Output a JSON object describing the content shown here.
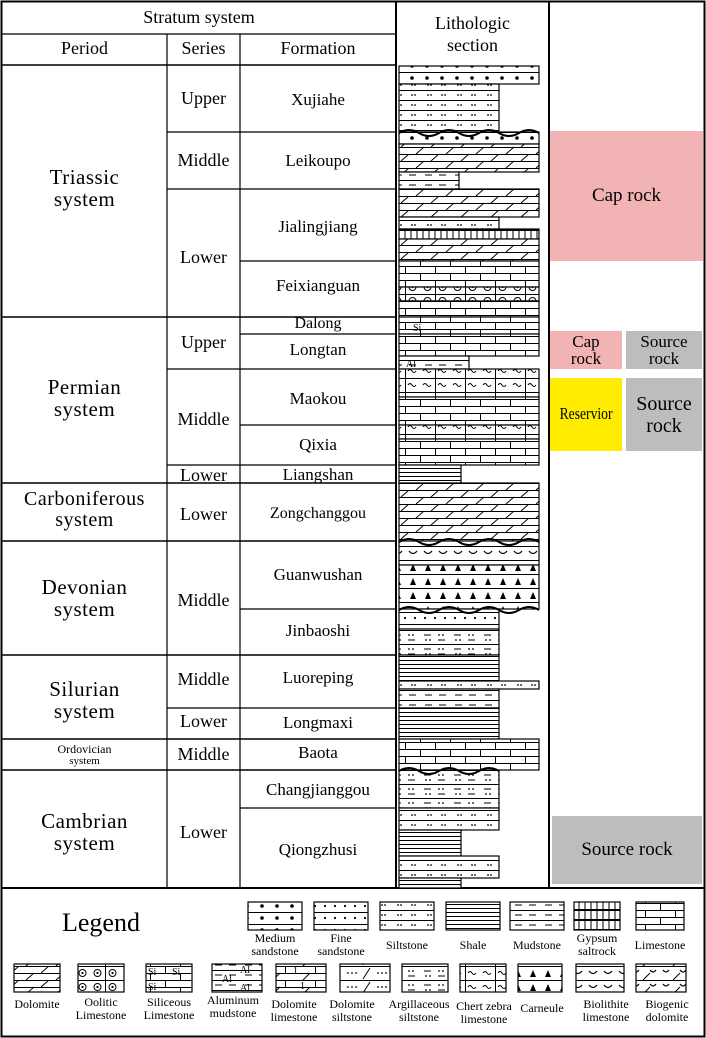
{
  "header": {
    "stratum_system": "Stratum system",
    "period": "Period",
    "series": "Series",
    "formation": "Formation",
    "lithologic_section": "Lithologic section",
    "lithologic_line1": "Lithologic",
    "lithologic_line2": "section"
  },
  "periods": [
    {
      "line1": "Triassic",
      "line2": "system"
    },
    {
      "line1": "Permian",
      "line2": "system"
    },
    {
      "line1": "Carboniferous",
      "line2": "system"
    },
    {
      "line1": "Devonian",
      "line2": "system"
    },
    {
      "line1": "Silurian",
      "line2": "system"
    },
    {
      "line1": "Ordovician",
      "line2": "system"
    },
    {
      "line1": "Cambrian",
      "line2": "system"
    }
  ],
  "series": [
    "Upper",
    "Middle",
    "Lower",
    "Upper",
    "Middle",
    "Lower",
    "Lower",
    "Middle",
    "Middle",
    "Lower",
    "Middle",
    "Lower"
  ],
  "formations": [
    "Xujiahe",
    "Leikoupo",
    "Jialingjiang",
    "Feixianguan",
    "Dalong",
    "Longtan",
    "Maokou",
    "Qixia",
    "Liangshan",
    "Zongchanggou",
    "Guanwushan",
    "Jinbaoshi",
    "Luoreping",
    "Longmaxi",
    "Baota",
    "Changjianggou",
    "Qiongzhusi"
  ],
  "roles": {
    "cap_rock_main": "Cap rock",
    "cap_rock_small_line1": "Cap",
    "cap_rock_small_line2": "rock",
    "source_rock_small_line1": "Source",
    "source_rock_small_line2": "rock",
    "reservoir": "Reservior",
    "source_rock_mid_line1": "Source",
    "source_rock_mid_line2": "rock",
    "source_rock_bottom": "Source rock"
  },
  "legend": {
    "title": "Legend",
    "items": [
      {
        "line1": "Medium",
        "line2": "sandstone",
        "icon": "medium-sandstone-pattern"
      },
      {
        "line1": "Fine",
        "line2": "sandstone",
        "icon": "fine-sandstone-pattern"
      },
      {
        "line1": "Siltstone",
        "line2": "",
        "icon": "siltstone-pattern"
      },
      {
        "line1": "Shale",
        "line2": "",
        "icon": "shale-pattern"
      },
      {
        "line1": "Mudstone",
        "line2": "",
        "icon": "mudstone-pattern"
      },
      {
        "line1": "Gypsum",
        "line2": "saltrock",
        "icon": "gypsum-saltrock-pattern"
      },
      {
        "line1": "Limestone",
        "line2": "",
        "icon": "limestone-pattern"
      },
      {
        "line1": "Dolomite",
        "line2": "",
        "icon": "dolomite-pattern"
      },
      {
        "line1": "Oolitic",
        "line2": "Limestone",
        "icon": "oolitic-limestone-pattern"
      },
      {
        "line1": "Siliceous",
        "line2": "Limestone",
        "icon": "siliceous-limestone-pattern"
      },
      {
        "line1": "Aluminum",
        "line2": "mudstone",
        "icon": "aluminum-mudstone-pattern"
      },
      {
        "line1": "Dolomite",
        "line2": "limestone",
        "icon": "dolomite-limestone-pattern"
      },
      {
        "line1": "Dolomite",
        "line2": "siltstone",
        "icon": "dolomite-siltstone-pattern"
      },
      {
        "line1": "Argillaceous",
        "line2": "siltstone",
        "icon": "argillaceous-siltstone-pattern"
      },
      {
        "line1": "Chert zebra",
        "line2": "limestone",
        "icon": "chert-zebra-limestone-pattern"
      },
      {
        "line1": "Carneule",
        "line2": "",
        "icon": "carneule-pattern"
      },
      {
        "line1": "Biolithite",
        "line2": "limestone",
        "icon": "biolithite-limestone-pattern"
      },
      {
        "line1": "Biogenic",
        "line2": "dolomite",
        "icon": "biogenic-dolomite-pattern"
      }
    ],
    "glyphs": {
      "si": "Si",
      "al": "Al",
      "one": "1"
    }
  },
  "colors": {
    "cap_rock": "#f1b3b4",
    "source_rock": "#bdbdbd",
    "reservoir": "#ffec00"
  }
}
